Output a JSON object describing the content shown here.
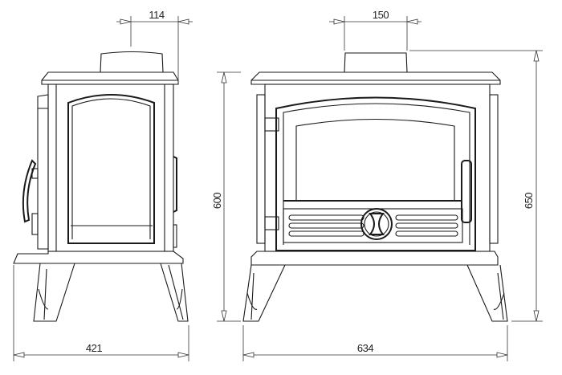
{
  "dimensions": {
    "side_flue_offset": "114",
    "side_height": "600",
    "side_depth": "421",
    "front_flue_width": "150",
    "front_height": "650",
    "front_width": "634"
  },
  "units": "mm"
}
